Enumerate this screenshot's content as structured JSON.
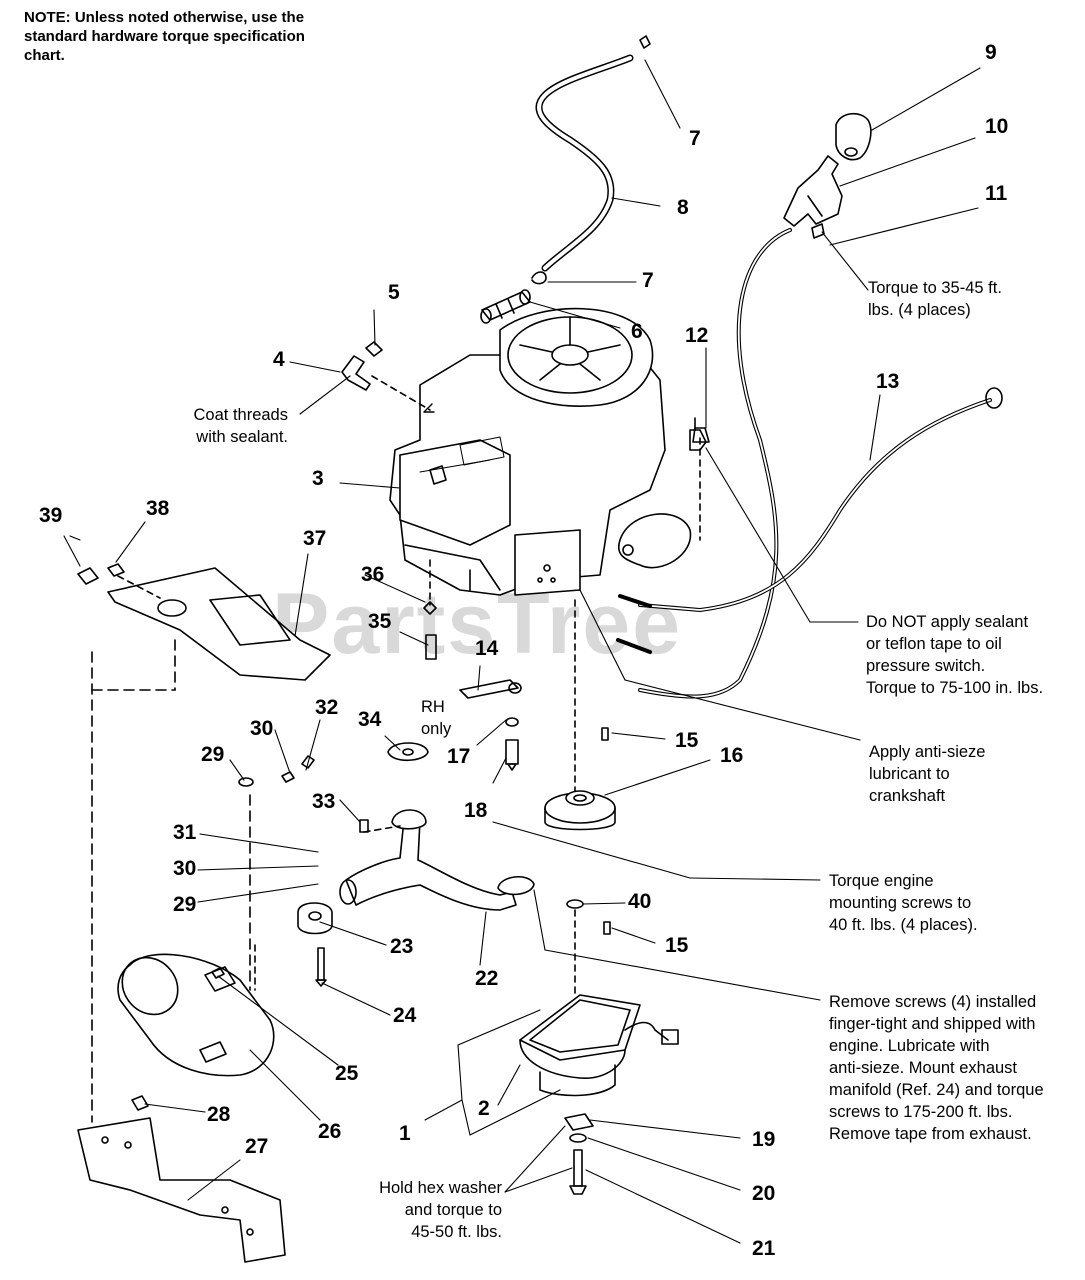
{
  "note": "NOTE: Unless noted otherwise, use the standard hardware torque specification chart.",
  "watermark": "PartsTree",
  "callouts": [
    "1",
    "2",
    "3",
    "4",
    "5",
    "6",
    "7",
    "7",
    "8",
    "9",
    "10",
    "11",
    "12",
    "13",
    "14",
    "15",
    "15",
    "16",
    "17",
    "18",
    "19",
    "20",
    "21",
    "22",
    "23",
    "24",
    "25",
    "26",
    "27",
    "28",
    "29",
    "29",
    "30",
    "30",
    "31",
    "32",
    "33",
    "34",
    "35",
    "36",
    "37",
    "38",
    "39",
    "40"
  ],
  "captions": {
    "coat_threads": [
      "Coat threads",
      "with sealant."
    ],
    "torque_35_45": [
      "Torque to 35-45 ft.",
      "lbs. (4 places)"
    ],
    "rh_only": [
      "RH",
      "only"
    ],
    "sealant_warning": [
      "Do NOT apply sealant",
      "or teflon tape to oil",
      "pressure switch.",
      "Torque to 75-100 in. lbs."
    ],
    "anti_sieze": [
      "Apply anti-sieze",
      "lubricant to",
      "crankshaft"
    ],
    "torque_engine": [
      "Torque engine",
      "mounting screws to",
      "40 ft. lbs. (4 places)."
    ],
    "remove_screws": [
      "Remove screws (4) installed",
      "finger-tight and shipped with",
      "engine. Lubricate with",
      "anti-sieze. Mount exhaust",
      "manifold (Ref. 24) and torque",
      "screws to 175-200 ft. lbs.",
      "Remove tape from exhaust."
    ],
    "hold_hex": [
      "Hold hex washer",
      "and torque to",
      "45-50 ft. lbs."
    ]
  }
}
